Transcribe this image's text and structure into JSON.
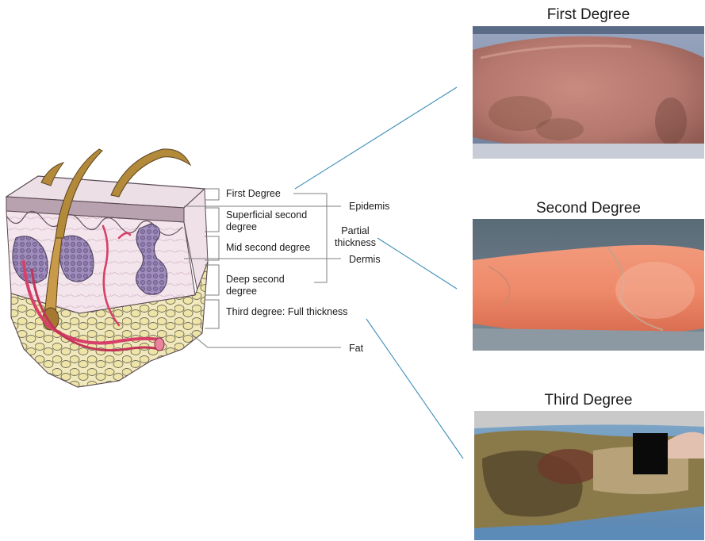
{
  "diagram": {
    "labels": {
      "first_degree": "First Degree",
      "superficial_second": "Superficial second degree",
      "mid_second": "Mid second degree",
      "deep_second": "Deep second degree",
      "third_degree": "Third degree: Full thickness",
      "epidermis": "Epidemis",
      "partial_thickness": "Partial thickness",
      "dermis": "Dermis",
      "fat": "Fat"
    },
    "colors": {
      "leader_line": "#7f7f7f",
      "connector_line": "#3f8fb8",
      "skin_top": "#e8dbe3",
      "dermis": "#f2e2ea",
      "fat": "#efe6b6",
      "hair": "#b38a3a",
      "vessel": "#d6406a",
      "gland": "#9b86b8"
    }
  },
  "photos": {
    "first": {
      "title": "First Degree"
    },
    "second": {
      "title": "Second Degree"
    },
    "third": {
      "title": "Third Degree"
    }
  }
}
